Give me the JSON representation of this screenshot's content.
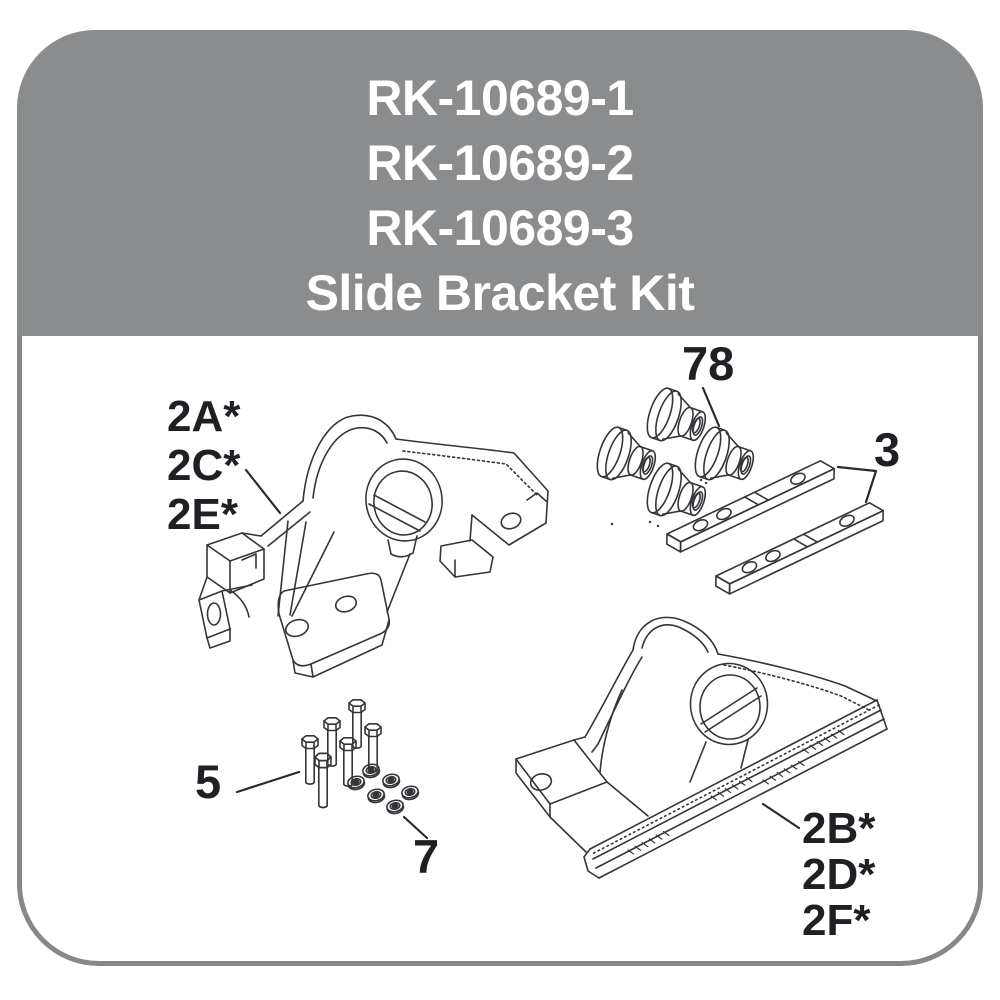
{
  "header": {
    "part_numbers": [
      "RK-10689-1",
      "RK-10689-2",
      "RK-10689-3"
    ],
    "kit_name": "Slide Bracket Kit"
  },
  "callouts": {
    "upper_bracket": {
      "lines": [
        "2A*",
        "2C*",
        "2E*"
      ]
    },
    "bushings": "78",
    "slide_plates": "3",
    "bolts": "5",
    "nuts": "7",
    "lower_bracket": {
      "lines": [
        "2B*",
        "2D*",
        "2F*"
      ]
    }
  },
  "figure": {
    "bushing_count": 4,
    "slide_plate_count": 2,
    "bolt_count": 6,
    "nut_count": 6,
    "bracket_count": 2
  },
  "colors": {
    "header_bg": "#8a8c8e",
    "frame_border": "#85878a",
    "header_text": "#ffffff",
    "label_ink": "#1f1f24",
    "line_ink": "#333538"
  }
}
